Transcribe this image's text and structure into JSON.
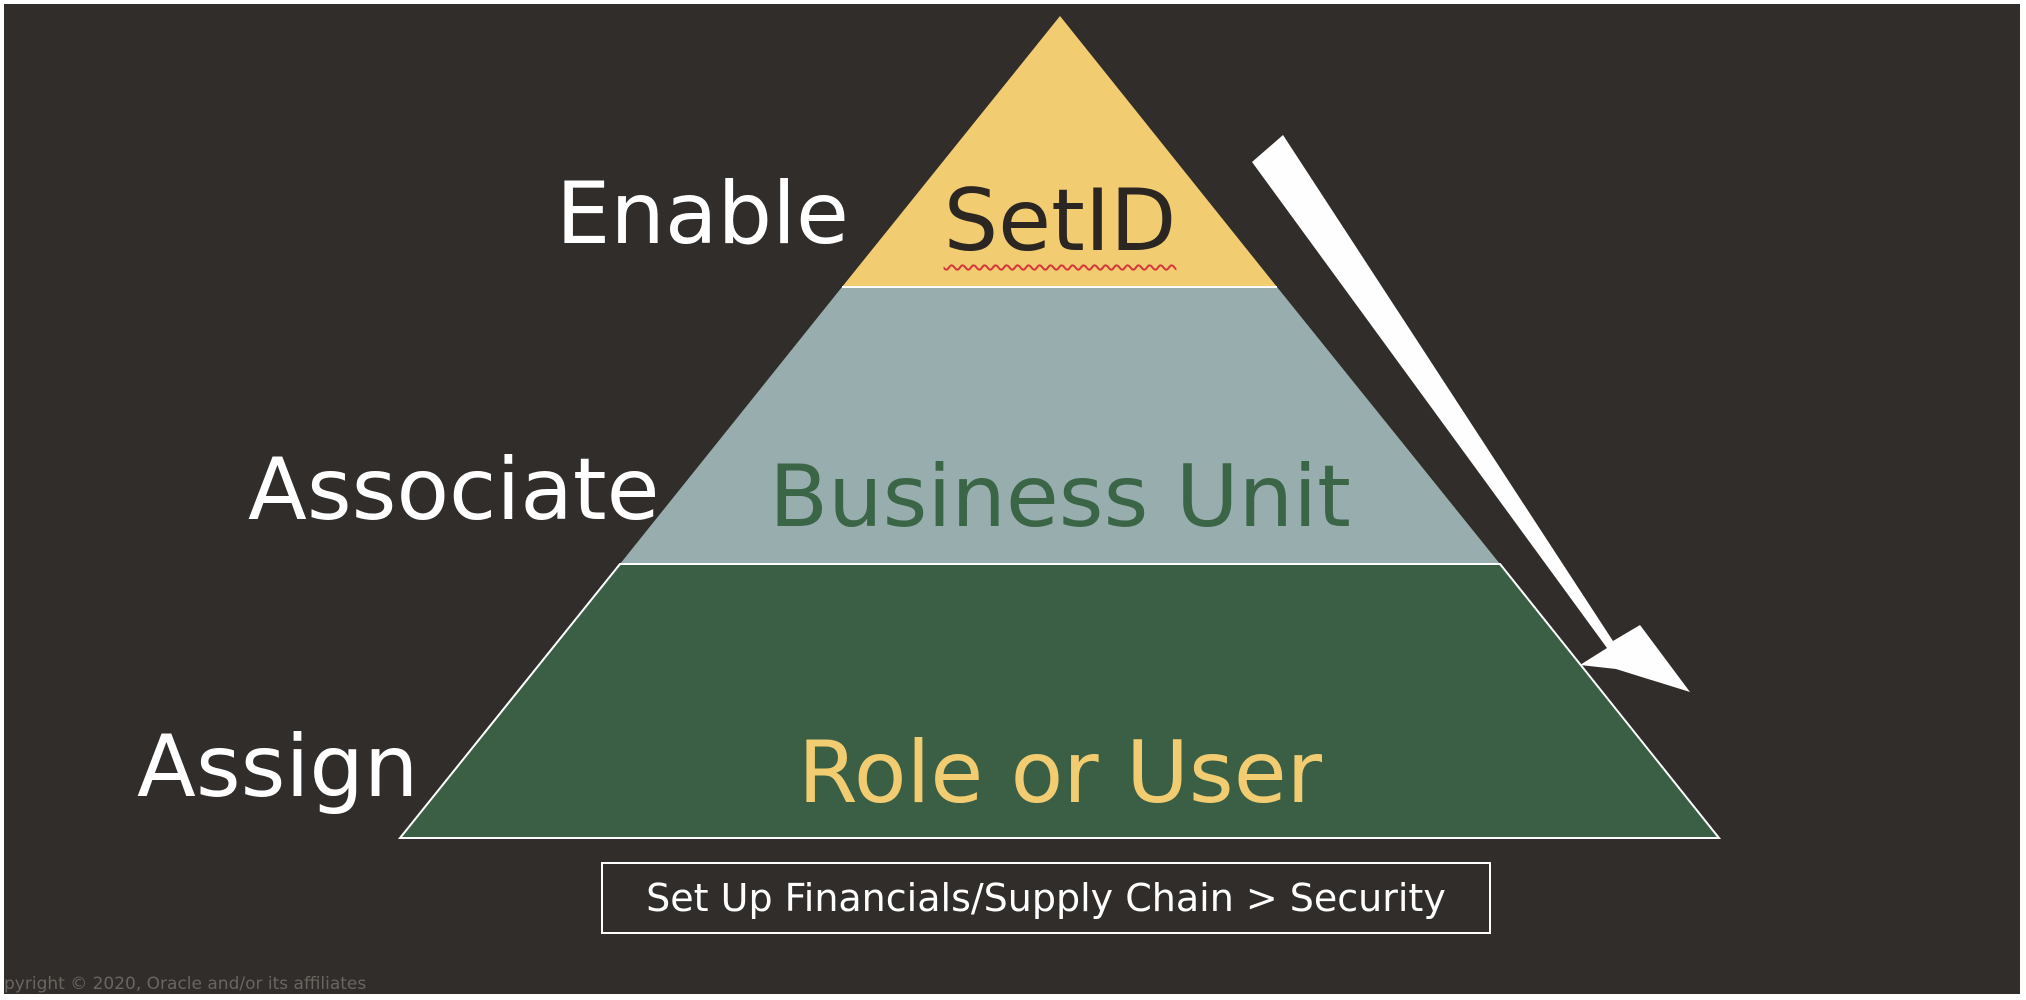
{
  "colors": {
    "background": "#312d2a",
    "tier_top": "#f2cc71",
    "tier_middle": "#98adad",
    "tier_bottom": "#3a5f45",
    "text_dark": "#2b2622",
    "text_green": "#3a6546",
    "text_gold": "#f2cc71",
    "text_white": "#ffffff"
  },
  "diagram": {
    "verbs": [
      "Enable",
      "Associate",
      "Assign"
    ],
    "tiers": [
      {
        "label": "SetID"
      },
      {
        "label": "Business Unit"
      },
      {
        "label": "Role or User"
      }
    ],
    "navigation_path": "Set Up Financials/Supply Chain > Security",
    "flow_arrow_icon": "down-right-arrow-icon"
  },
  "footer": {
    "copyright": "pyright © 2020, Oracle and/or its affiliates"
  }
}
